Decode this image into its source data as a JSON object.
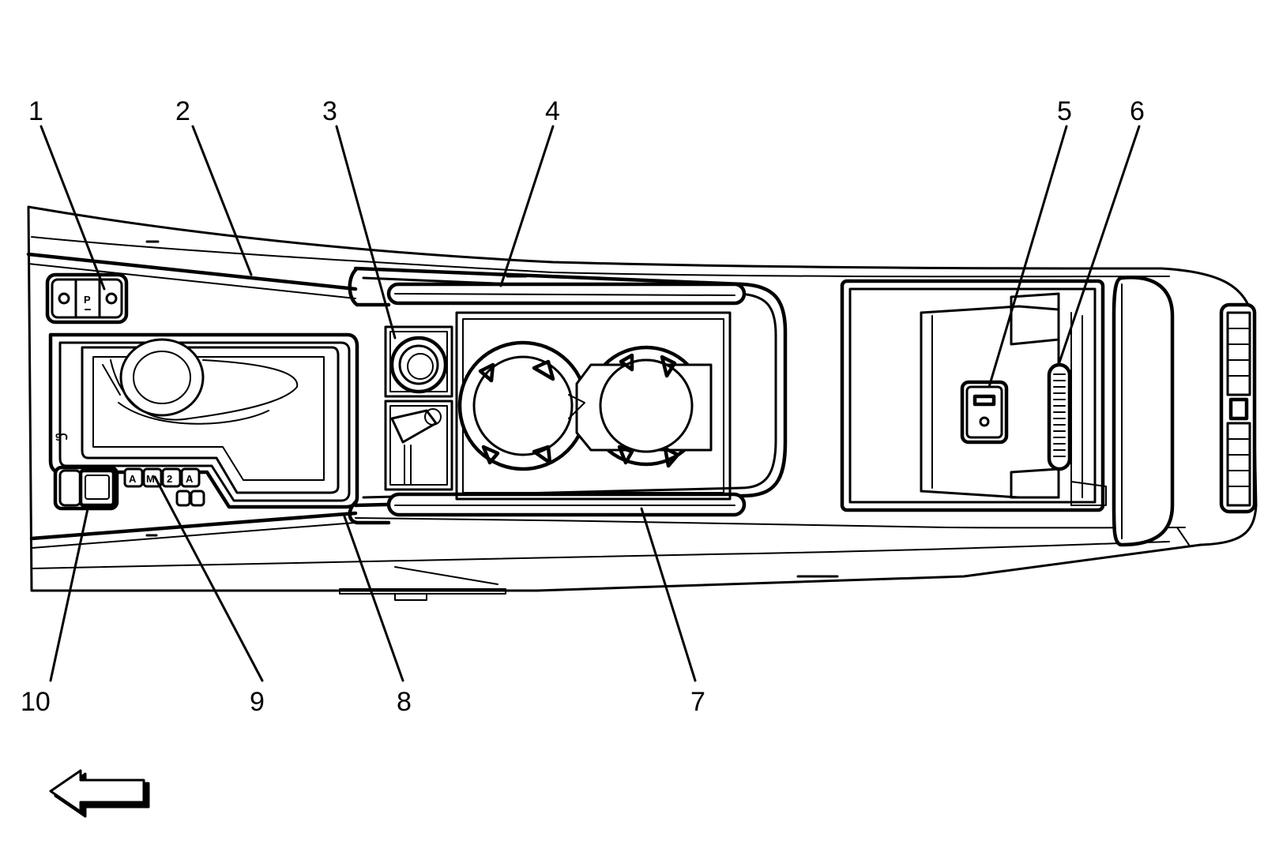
{
  "diagram": {
    "callouts": [
      {
        "id": "1",
        "label": "1"
      },
      {
        "id": "2",
        "label": "2"
      },
      {
        "id": "3",
        "label": "3"
      },
      {
        "id": "4",
        "label": "4"
      },
      {
        "id": "5",
        "label": "5"
      },
      {
        "id": "6",
        "label": "6"
      },
      {
        "id": "7",
        "label": "7"
      },
      {
        "id": "8",
        "label": "8"
      },
      {
        "id": "9",
        "label": "9"
      },
      {
        "id": "10",
        "label": "10"
      }
    ],
    "direction_arrow_icon": "left-arrow-icon",
    "colors": {
      "line": "#000000",
      "background": "#ffffff"
    }
  }
}
